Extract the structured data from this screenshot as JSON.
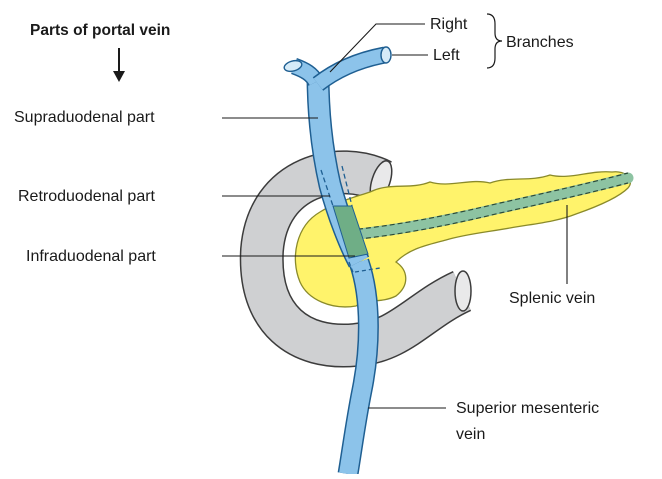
{
  "title": "Parts of portal vein",
  "labels": {
    "right": "Right",
    "left": "Left",
    "branches": "Branches",
    "supraduodenal": "Supraduodenal part",
    "retroduodenal": "Retroduodenal part",
    "infraduodenal": "Infraduodenal part",
    "splenic_vein": "Splenic vein",
    "superior_mesenteric_line1": "Superior mesenteric",
    "superior_mesenteric_line2": "vein"
  },
  "colors": {
    "vein": "#8cc3ea",
    "vein_outline": "#1f5f92",
    "duodenum": "#cfd0d2",
    "duodenum_outline": "#3c3c3c",
    "pancreas": "#fff36b",
    "pancreas_outline": "#8a8a2a",
    "retro_segment": "#6fae86",
    "splenic_vein": "#8dc3a2"
  },
  "icons": {
    "arrow": "down-arrow-icon"
  }
}
